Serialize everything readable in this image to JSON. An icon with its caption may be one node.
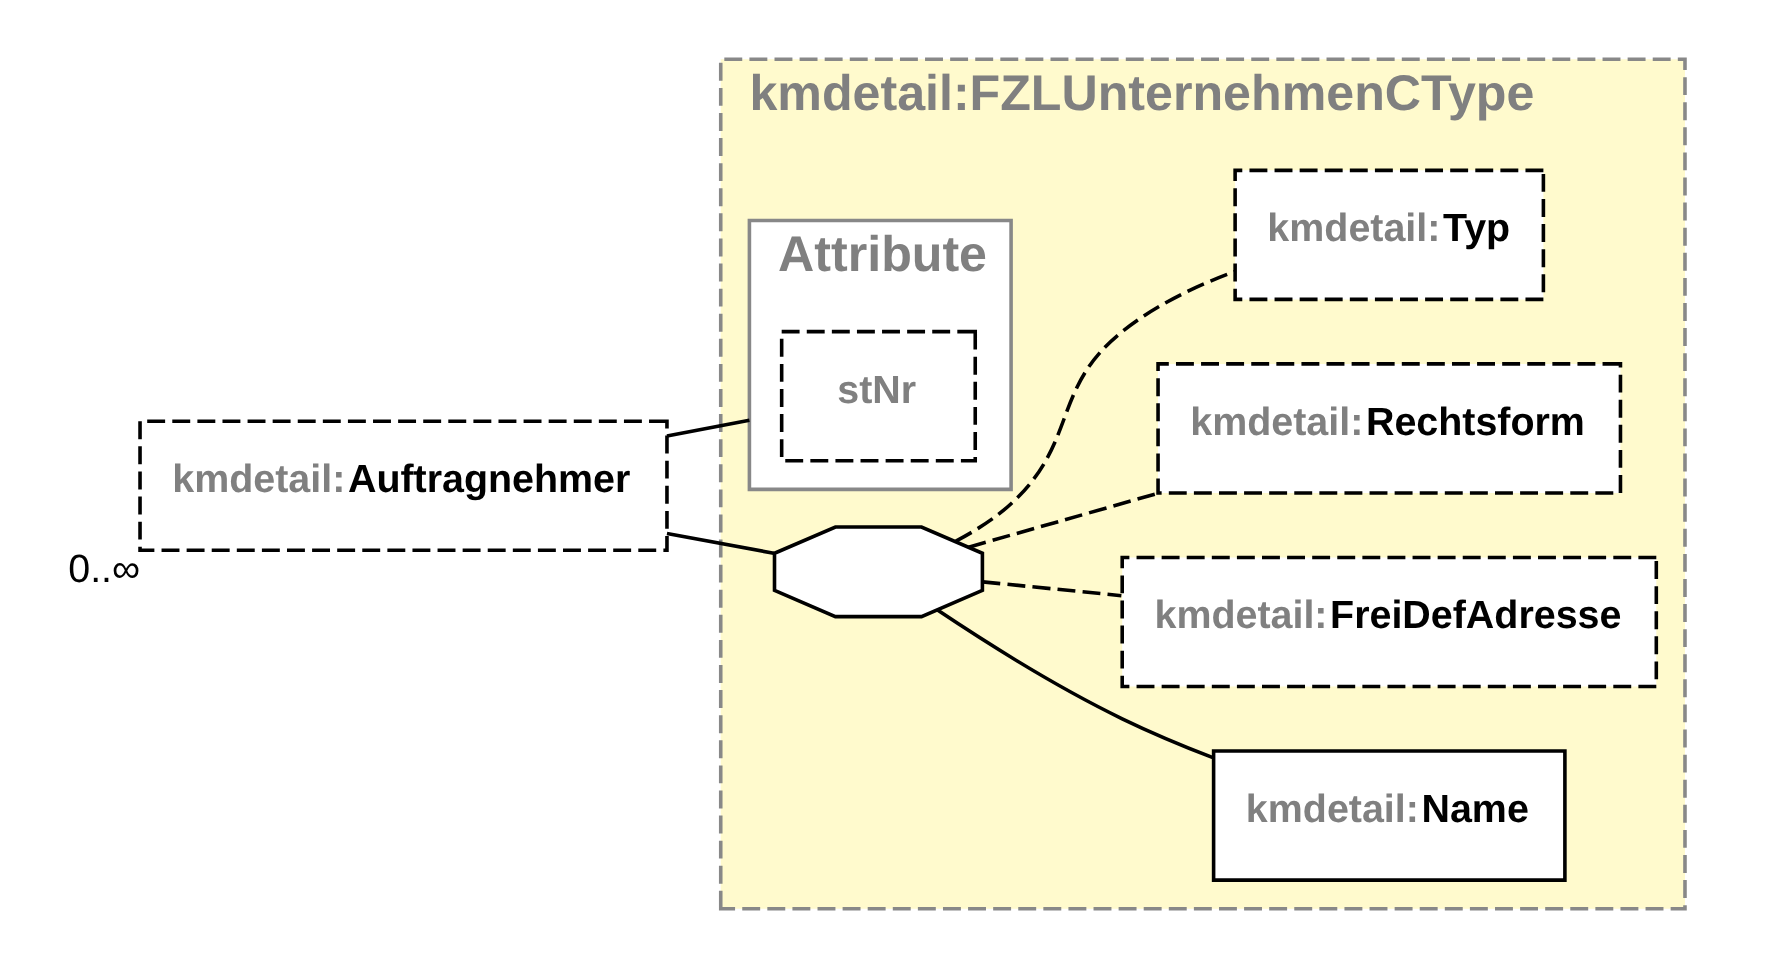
{
  "diagram": {
    "nodes": [
      {
        "text": [
          "kmdetail:FZLUnternehmenCType"
        ]
      },
      {
        "text": [
          "Attribute"
        ],
        "in": 0
      },
      {
        "text": [
          "stNr"
        ],
        "in": 1
      },
      {
        "text": [
          "kmdetail:**Auftragnehmer**"
        ],
        "beside": [
          "0..∞"
        ]
      },
      {
        "text": [],
        "shape": "octagon",
        "in": 0
      },
      {
        "text": [
          "kmdetail:**Name**"
        ],
        "in": 0
      },
      {
        "text": [
          "kmdetail:**FreiDefAdresse**"
        ],
        "in": 0
      },
      {
        "text": [
          "kmdetail:**Rechtsform**"
        ],
        "in": 0
      },
      {
        "text": [
          "kmdetail:**Typ**"
        ],
        "in": 0
      }
    ],
    "edges": [
      {
        "from": 3,
        "to": 1,
        "arrow": "none"
      },
      {
        "from": 3,
        "to": 4,
        "arrow": "none"
      },
      {
        "from": 4,
        "to": 5,
        "arrow": "none"
      },
      {
        "from": 4,
        "to": 6,
        "arrow": "none",
        "style": "dashed"
      },
      {
        "from": 4,
        "to": 7,
        "arrow": "none",
        "style": "dashed"
      },
      {
        "from": 4,
        "to": 8,
        "arrow": "none",
        "style": "dashed"
      }
    ]
  }
}
